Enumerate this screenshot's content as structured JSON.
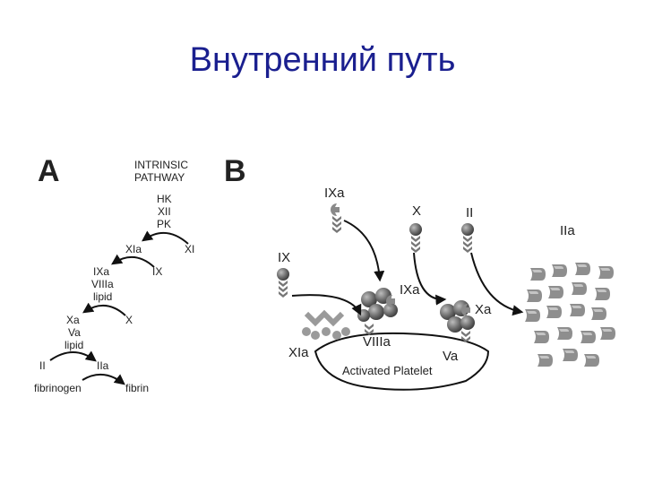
{
  "slide": {
    "title": "Внутренний путь"
  },
  "panel_a": {
    "label": "A",
    "header": [
      "INTRINSIC",
      "PATHWAY"
    ],
    "initiators": [
      "HK",
      "XII",
      "PK"
    ],
    "xia": "XIa",
    "xi": "XI",
    "ixa": "IXa",
    "viiia": "VIIIa",
    "lipid1": "lipid",
    "ix": "IX",
    "xa": "Xa",
    "va": "Va",
    "lipid2": "lipid",
    "x": "X",
    "ii": "II",
    "iia": "IIa",
    "fibrinogen": "fibrinogen",
    "fibrin": "fibrin"
  },
  "panel_b": {
    "label": "B",
    "ixa_top": "IXa",
    "x": "X",
    "ii": "II",
    "iia": "IIa",
    "ix": "IX",
    "ixa_mid": "IXa",
    "xa": "Xa",
    "xia": "XIa",
    "viiia": "VIIIa",
    "va": "Va",
    "platelet": "Activated Platelet"
  }
}
